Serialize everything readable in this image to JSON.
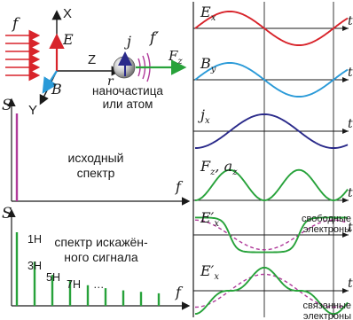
{
  "colors": {
    "red": "#d8242b",
    "blue": "#2a9ad8",
    "navy": "#2a2a8a",
    "green": "#27a23a",
    "magenta": "#b03a9a",
    "black": "#1a1a1a",
    "grid": "#222222"
  },
  "axes3d": {
    "x_label": "X",
    "z_label": "Z",
    "y_label": "Y",
    "e_label": "E",
    "b_label": "B",
    "f_label": "f",
    "r_label": "r",
    "j_label": "j",
    "fprime_label": "f′",
    "fz_label": "F",
    "fz_sub": "z"
  },
  "particle_caption": [
    "наночастица",
    "или атом"
  ],
  "spectrum_top": {
    "s_label": "S",
    "f_label": "f",
    "caption": [
      "исходный",
      "спектр"
    ]
  },
  "spectrum_bottom": {
    "s_label": "S",
    "f_label": "f",
    "caption": [
      "спектр искажён-",
      "ного сигнала"
    ],
    "harmonics": [
      "1H",
      "3H",
      "5H",
      "7H",
      "…"
    ],
    "amplitudes": [
      1.0,
      0.6,
      0.42,
      0.34,
      0.28,
      0.24,
      0.21,
      0.19,
      0.17
    ]
  },
  "waves": {
    "t_label": "t",
    "panels": [
      {
        "sym": "E",
        "sub": "x",
        "prime": false,
        "color": "red"
      },
      {
        "sym": "B",
        "sub": "y",
        "prime": false,
        "color": "blue"
      },
      {
        "sym": "j",
        "sub": "x",
        "prime": false,
        "color": "navy"
      },
      {
        "sym": "F",
        "sub": "z",
        "prime": false,
        "color": "green",
        "extra": ", a",
        "extra_sub": "z"
      },
      {
        "sym": "E",
        "sub": "x",
        "prime": true,
        "color": "green",
        "note": [
          "свободные",
          "электроны"
        ]
      },
      {
        "sym": "E",
        "sub": "x",
        "prime": true,
        "color": "green",
        "note": [
          "связанные",
          "электроны"
        ]
      }
    ]
  }
}
